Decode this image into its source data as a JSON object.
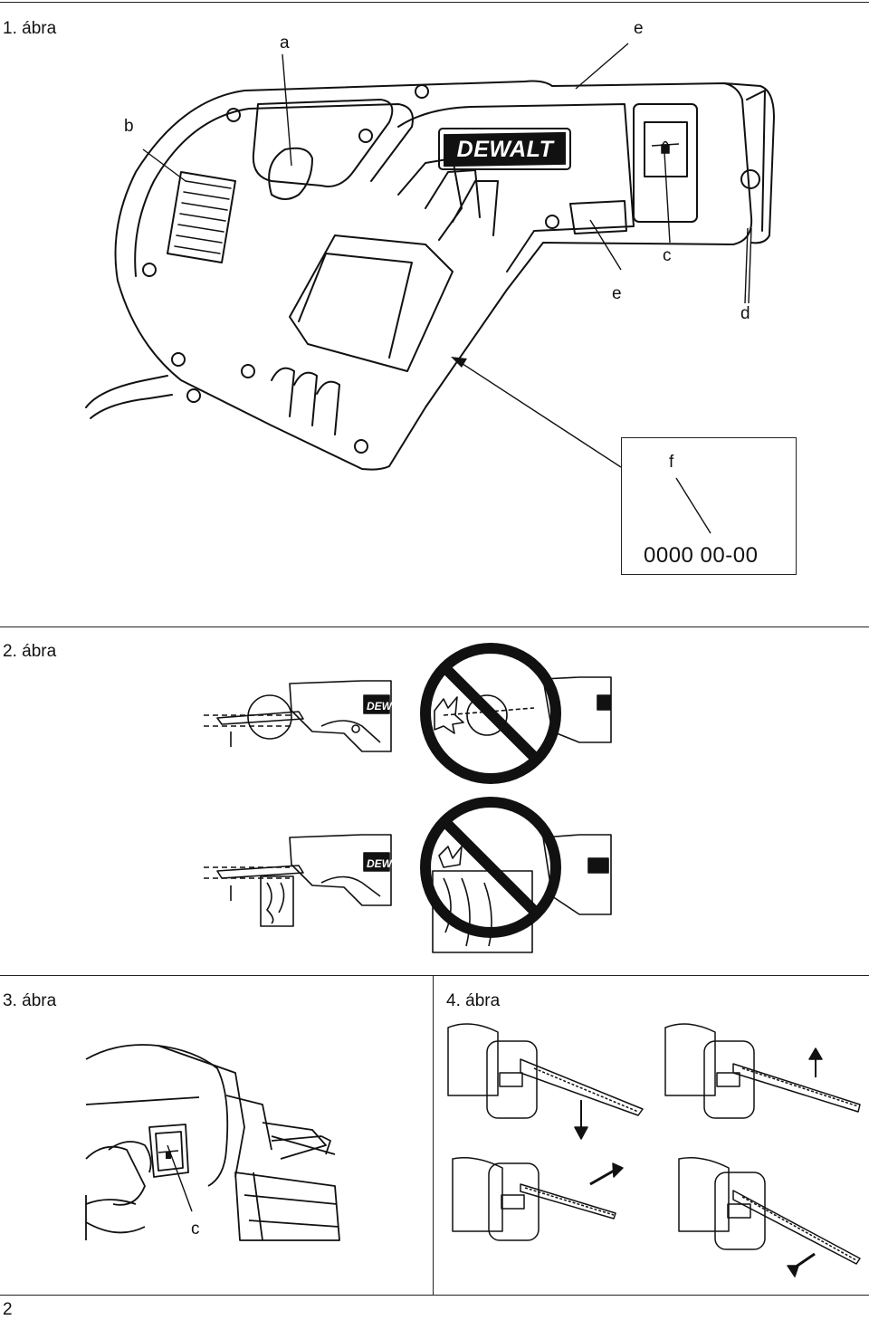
{
  "figures": {
    "fig1": {
      "title": "1. ábra",
      "brand": "DEWALT",
      "labels": {
        "a": "a",
        "b": "b",
        "c": "c",
        "d": "d",
        "e_top": "e",
        "e_bottom": "e",
        "f": "f"
      },
      "serial": "0000  00-00"
    },
    "fig2": {
      "title": "2. ábra",
      "brand_short": "DEW"
    },
    "fig3": {
      "title": "3. ábra",
      "label_c": "c"
    },
    "fig4": {
      "title": "4. ábra"
    }
  },
  "page_number": "2"
}
